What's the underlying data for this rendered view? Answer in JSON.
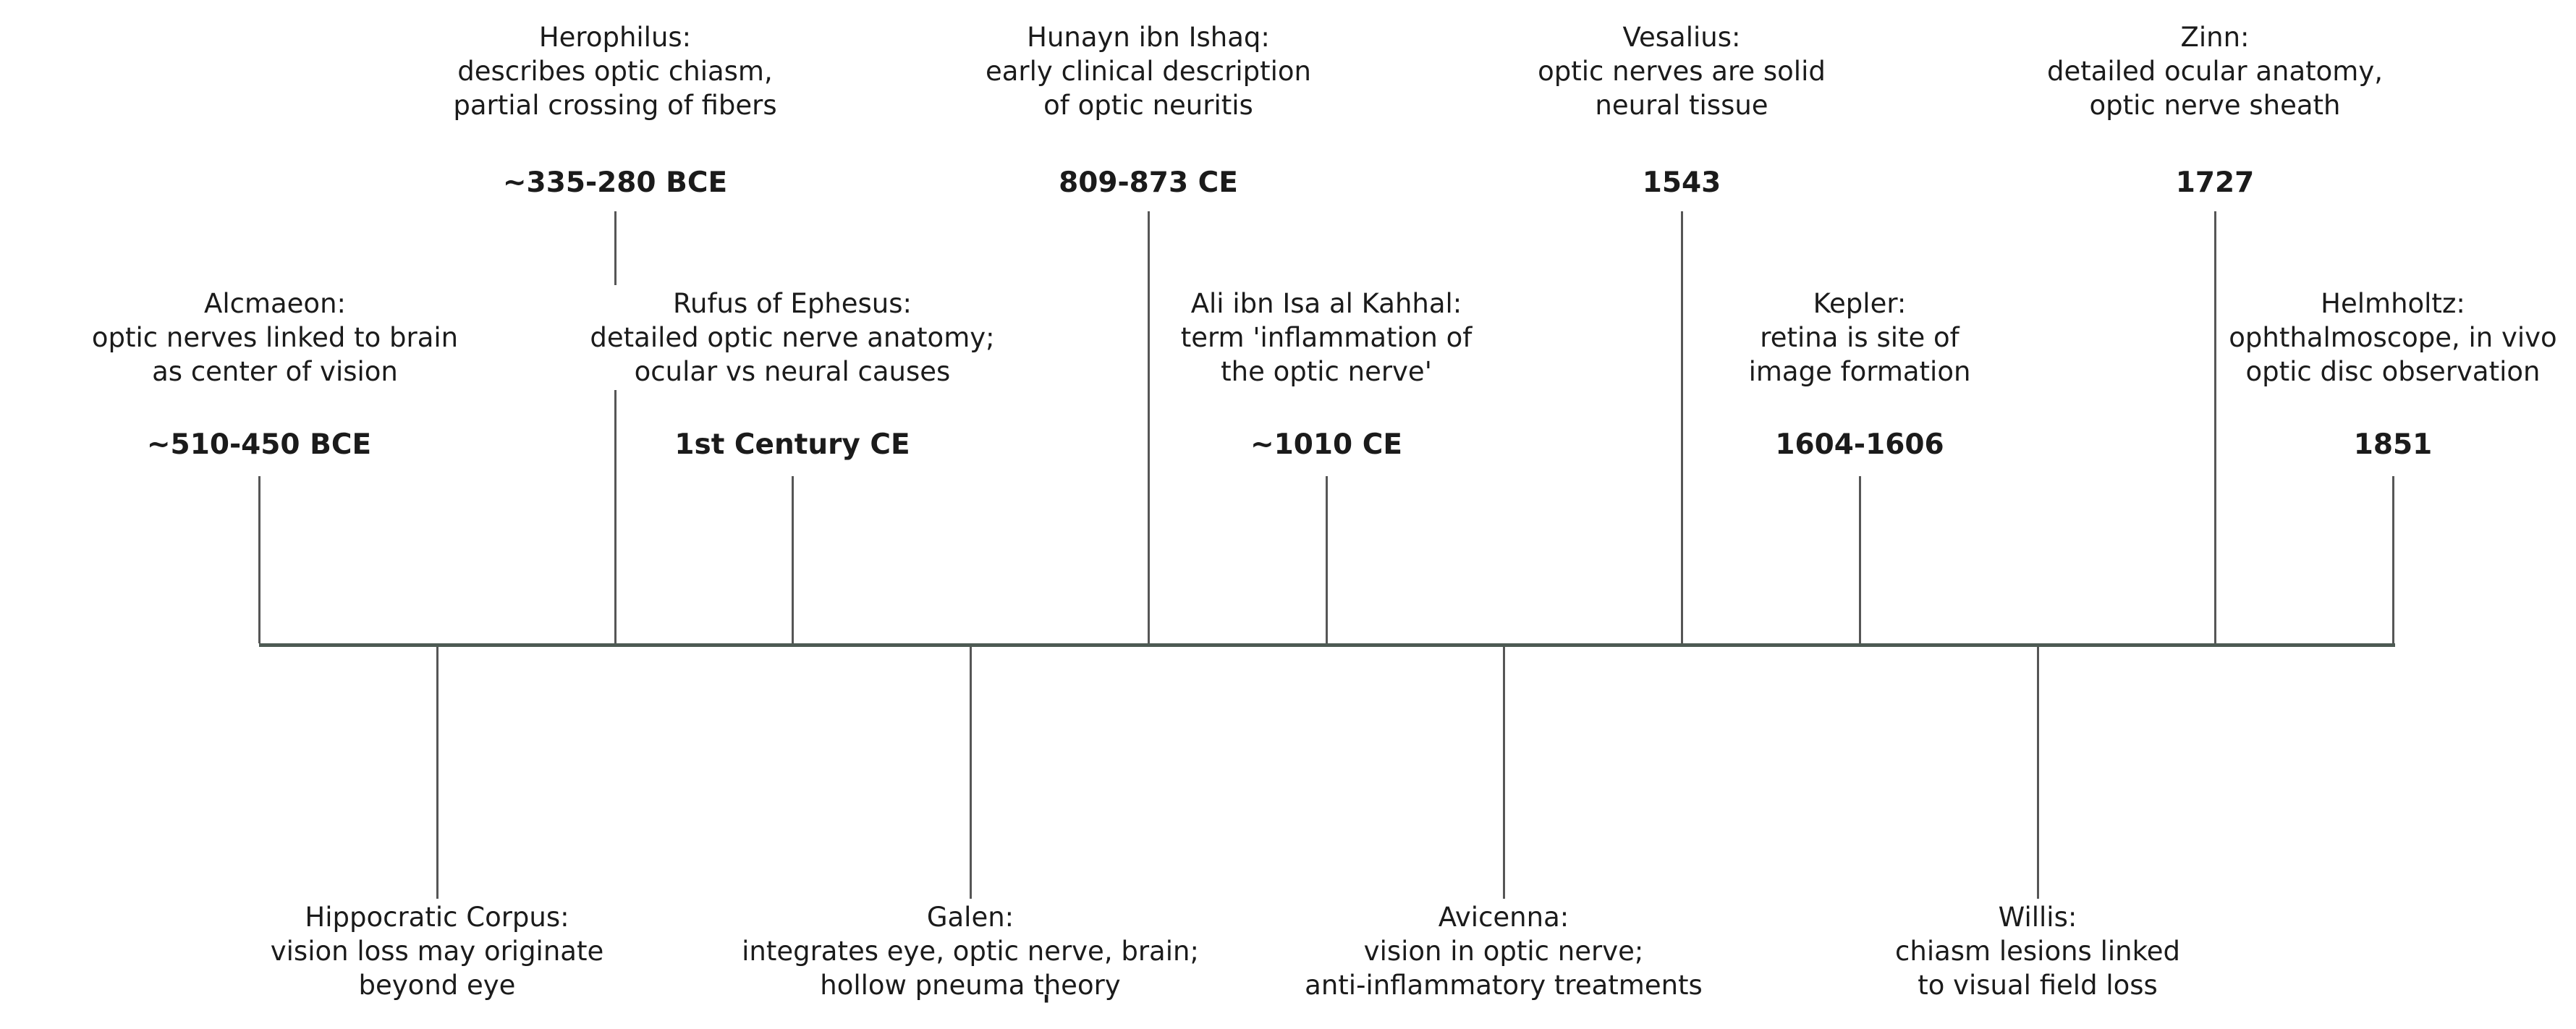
{
  "figure": {
    "background": "#ffffff",
    "axis_color": "#4d5a53",
    "connector_color": "#565656",
    "text_color": "#1b1b1b"
  },
  "timeline": {
    "events": [
      {
        "name": "Alcmaeon:",
        "desc1": "optic nerves linked to brain",
        "desc2": "as center of vision",
        "date": "~510-450 BCE",
        "row": "middle-above"
      },
      {
        "name": "Hippocratic Corpus:",
        "desc1": "vision loss may originate",
        "desc2": "beyond eye",
        "date": "",
        "row": "below"
      },
      {
        "name": "Herophilus:",
        "desc1": "describes optic chiasm,",
        "desc2": "partial crossing of fibers",
        "date": "~335-280 BCE",
        "row": "top-above"
      },
      {
        "name": "Rufus of Ephesus:",
        "desc1": "detailed optic nerve anatomy;",
        "desc2": "ocular vs neural causes",
        "date": "1st Century CE",
        "row": "middle-above"
      },
      {
        "name": "Galen:",
        "desc1": "integrates eye, optic nerve, brain;",
        "desc2": "hollow pneuma theory",
        "date": "",
        "row": "below"
      },
      {
        "name": "Hunayn ibn Ishaq:",
        "desc1": "early clinical description",
        "desc2": "of optic neuritis",
        "date": "809-873 CE",
        "row": "top-above"
      },
      {
        "name": "Ali ibn Isa al Kahhal:",
        "desc1": "term 'inflammation of",
        "desc2": "the optic nerve'",
        "date": "~1010 CE",
        "row": "middle-above"
      },
      {
        "name": "Avicenna:",
        "desc1": "vision in optic nerve;",
        "desc2": "anti-inflammatory treatments",
        "date": "",
        "row": "below"
      },
      {
        "name": "Vesalius:",
        "desc1": "optic nerves are solid",
        "desc2": "neural tissue",
        "date": "1543",
        "row": "top-above"
      },
      {
        "name": "Kepler:",
        "desc1": "retina is site of",
        "desc2": "image formation",
        "date": "1604-1606",
        "row": "middle-above"
      },
      {
        "name": "Willis:",
        "desc1": "chiasm lesions linked",
        "desc2": "to visual field loss",
        "date": "",
        "row": "below"
      },
      {
        "name": "Zinn:",
        "desc1": "detailed ocular anatomy,",
        "desc2": "optic nerve sheath",
        "date": "1727",
        "row": "top-above"
      },
      {
        "name": "Helmholtz:",
        "desc1": "ophthalmoscope, in vivo",
        "desc2": "optic disc observation",
        "date": "1851",
        "row": "middle-above"
      }
    ]
  },
  "artifacts": {
    "stray_mark": "'"
  }
}
